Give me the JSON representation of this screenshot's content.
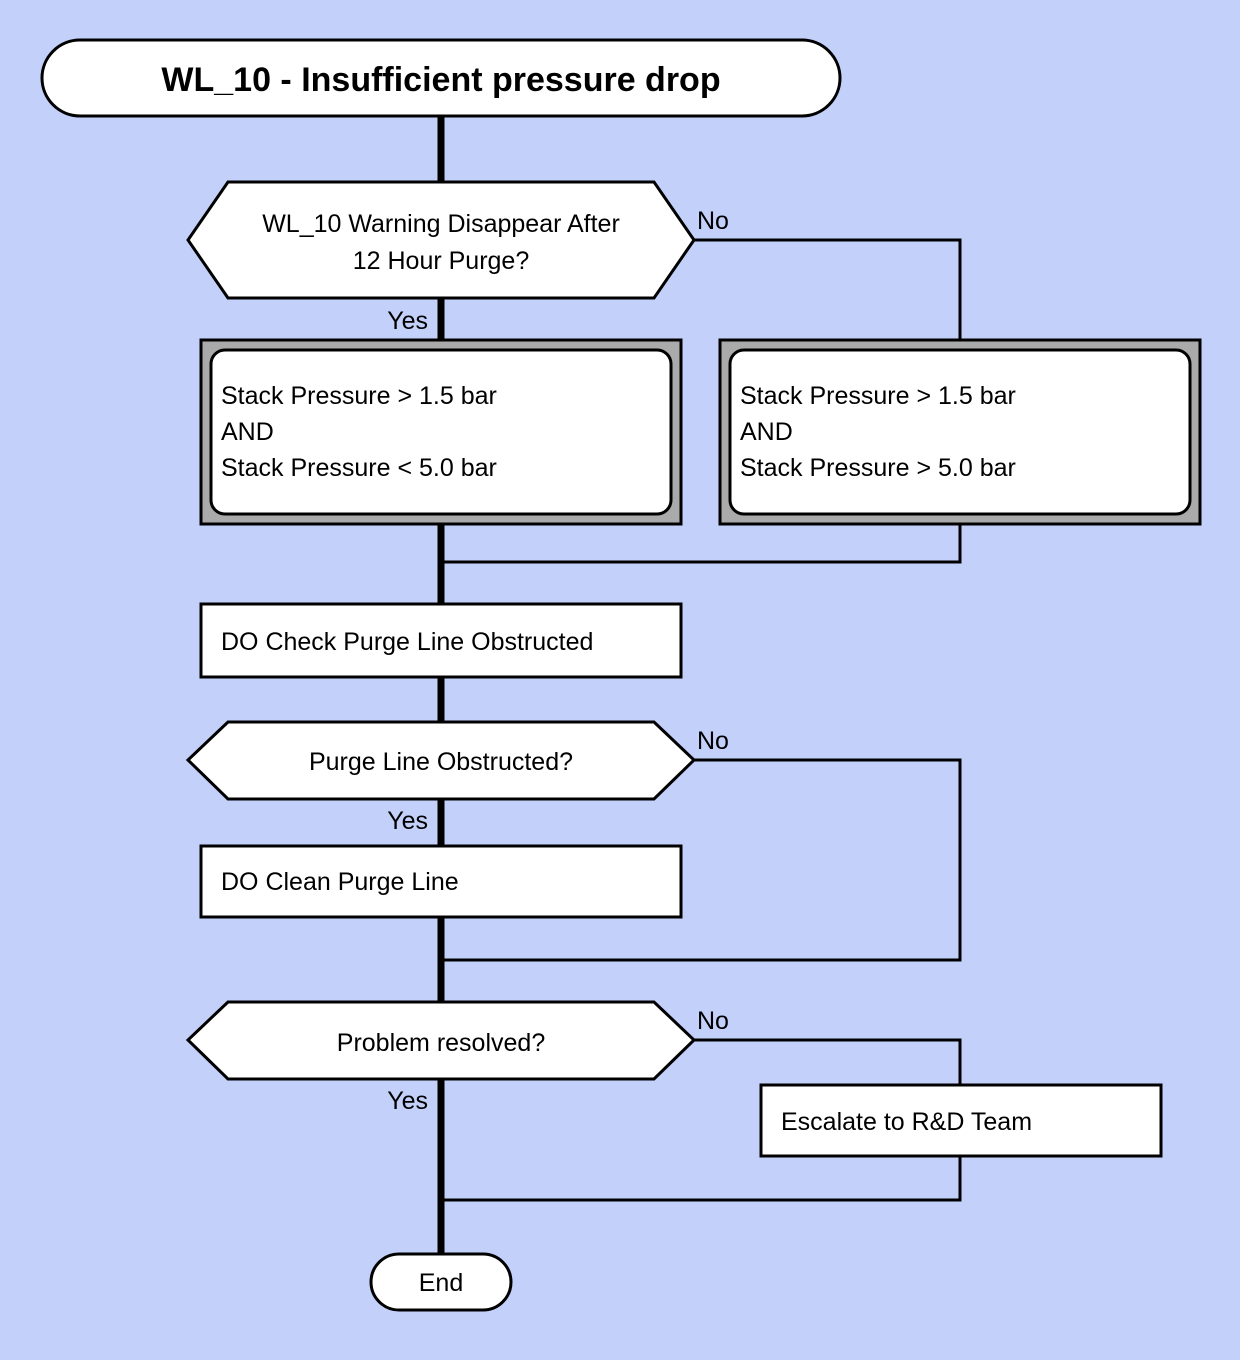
{
  "diagram": {
    "type": "flowchart",
    "background_color": "#c3d0fa",
    "title": "WL_10 - Insufficient pressure drop",
    "nodes": {
      "start": {
        "id": "start",
        "shape": "rounded-pill",
        "label": "WL_10 - Insufficient pressure drop"
      },
      "decision_warning": {
        "id": "decision_warning",
        "shape": "hexagon",
        "line1": "WL_10 Warning Disappear After",
        "line2": "12 Hour  Purge?"
      },
      "cond_left": {
        "id": "cond_left",
        "shape": "subroutine",
        "line1": "Stack Pressure > 1.5 bar",
        "line2": "AND",
        "line3": "Stack Pressure < 5.0 bar"
      },
      "cond_right": {
        "id": "cond_right",
        "shape": "subroutine",
        "line1": "Stack Pressure > 1.5 bar",
        "line2": "AND",
        "line3": "Stack Pressure > 5.0 bar"
      },
      "do_check": {
        "id": "do_check",
        "shape": "rect",
        "label": "DO Check Purge Line Obstructed"
      },
      "decision_obstructed": {
        "id": "decision_obstructed",
        "shape": "hexagon",
        "label": "Purge Line Obstructed?"
      },
      "do_clean": {
        "id": "do_clean",
        "shape": "rect",
        "label": "DO Clean Purge Line"
      },
      "decision_resolved": {
        "id": "decision_resolved",
        "shape": "hexagon",
        "label": "Problem resolved?"
      },
      "escalate": {
        "id": "escalate",
        "shape": "rect",
        "label": "Escalate to R&D Team"
      },
      "end": {
        "id": "end",
        "shape": "rounded-pill",
        "label": "End"
      }
    },
    "edge_labels": {
      "warning_yes": "Yes",
      "warning_no": "No",
      "obstructed_yes": "Yes",
      "obstructed_no": "No",
      "resolved_yes": "Yes",
      "resolved_no": "No"
    }
  }
}
